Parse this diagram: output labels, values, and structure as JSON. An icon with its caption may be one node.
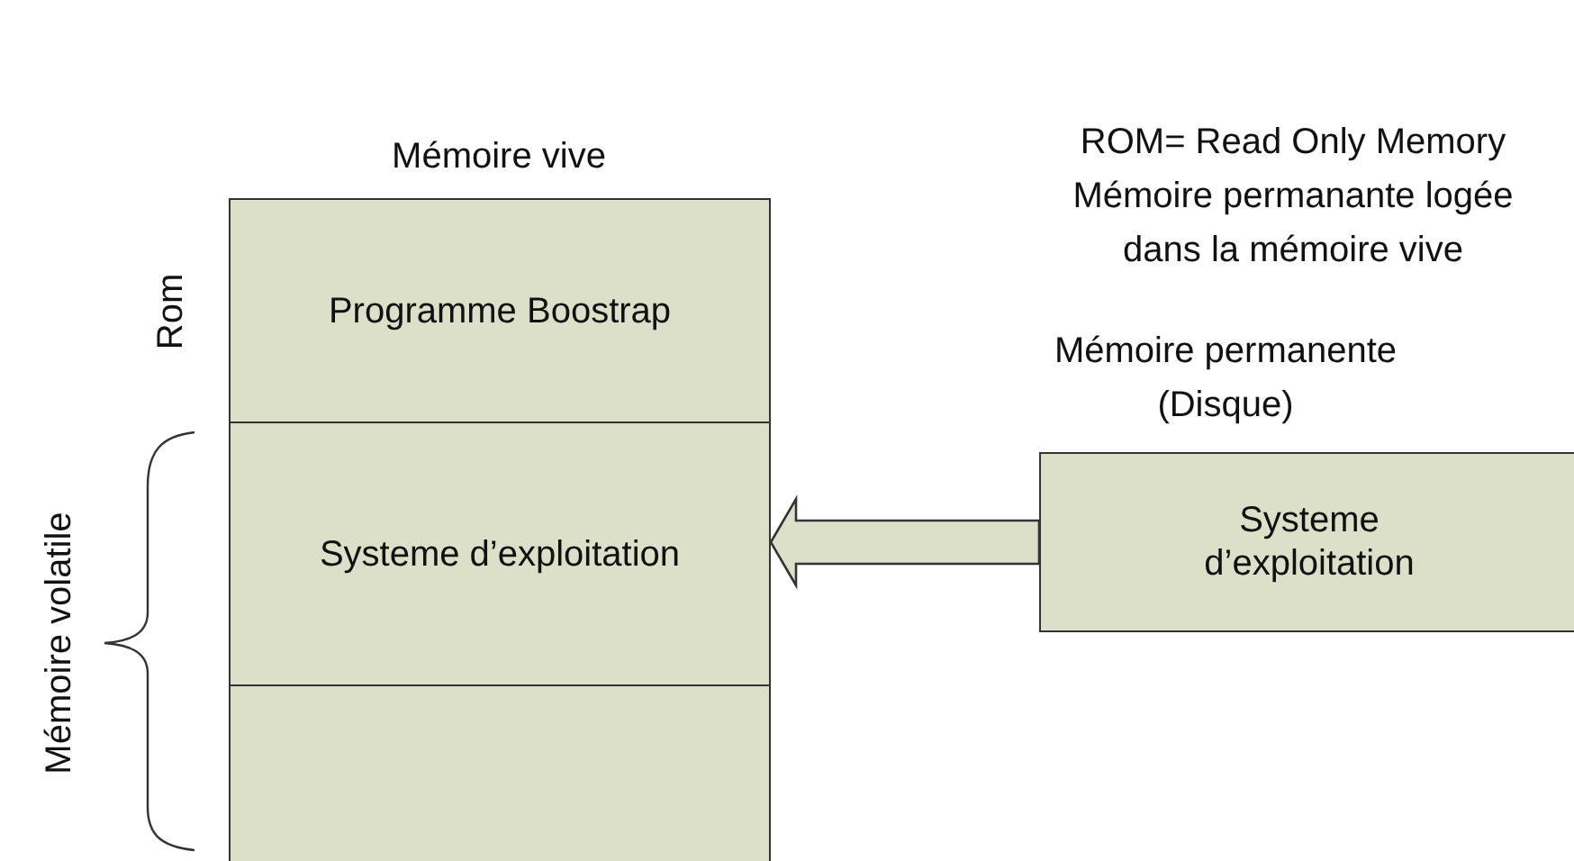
{
  "diagram": {
    "nodes": [
      {
        "text": [
          "Programme Boostrap"
        ],
        "beside": [
          "Rom"
        ]
      },
      {
        "text": [
          "Systeme d’exploitation"
        ]
      },
      {
        "text": [],
        "shape": "box"
      },
      {
        "text": [
          "Mémoire permanente (Disque)",
          "Systeme d’exploitation"
        ]
      }
    ],
    "edges": [
      {
        "from": 3,
        "to": 1,
        "arrow": "to",
        "style": "thick"
      }
    ],
    "labels": [
      "ROM= Read Only Memory Mémoire permanante logée dans la mémoire vive",
      "Mémoire vive",
      "Mémoire volatile"
    ]
  }
}
